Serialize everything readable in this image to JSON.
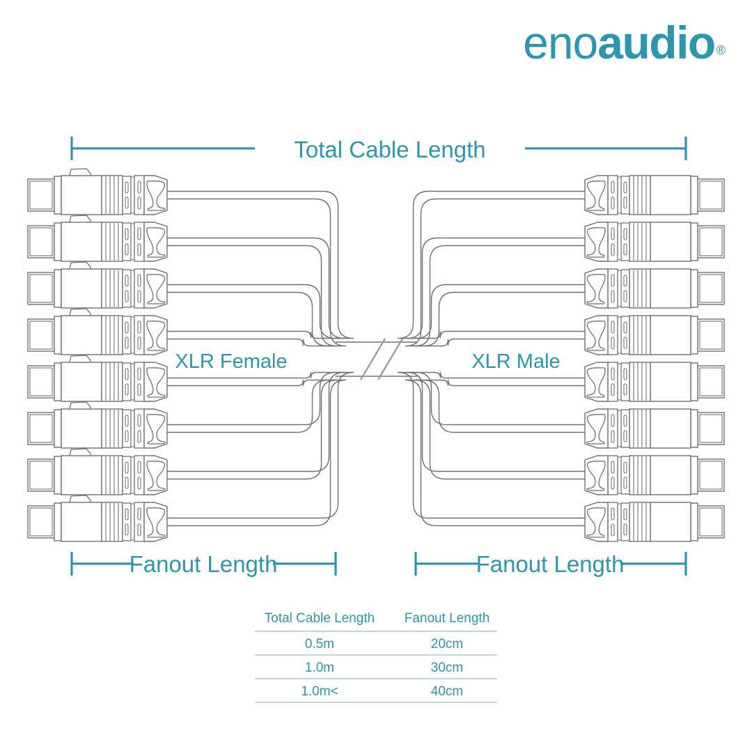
{
  "brand": {
    "name_light": "eno",
    "name_bold": "audio",
    "trademark": "®",
    "color": "#2b96ae"
  },
  "colors": {
    "teal": "#2b96ae",
    "line": "#6e7072",
    "table_rule": "#a9cdd6",
    "background": "#ffffff"
  },
  "diagram": {
    "total_length_label": "Total Cable Length",
    "fanout_left_label": "Fanout Length",
    "fanout_right_label": "Fanout Length",
    "connector_left_label": "XLR Female",
    "connector_right_label": "XLR Male",
    "channel_count": 8,
    "break_symbol": "double-slash"
  },
  "table": {
    "headers": [
      "Total Cable Length",
      "Fanout Length"
    ],
    "rows": [
      [
        "0.5m",
        "20cm"
      ],
      [
        "1.0m",
        "30cm"
      ],
      [
        "1.0m<",
        "40cm"
      ]
    ]
  }
}
